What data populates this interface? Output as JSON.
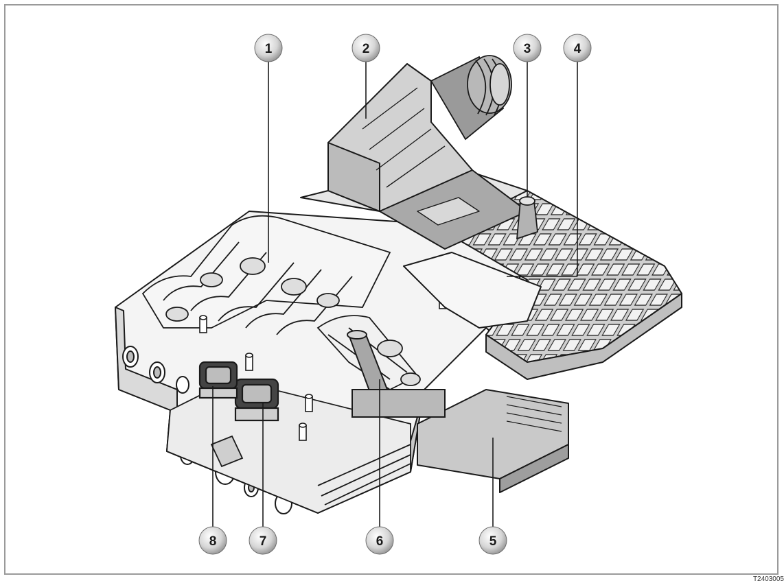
{
  "callouts": [
    {
      "id": 1,
      "label": "1"
    },
    {
      "id": 2,
      "label": "2"
    },
    {
      "id": 3,
      "label": "3"
    },
    {
      "id": 4,
      "label": "4"
    },
    {
      "id": 5,
      "label": "5"
    },
    {
      "id": 6,
      "label": "6"
    },
    {
      "id": 7,
      "label": "7"
    },
    {
      "id": 8,
      "label": "8"
    }
  ],
  "figure_code": "T2403005",
  "colors": {
    "frame": "#9a9a9a",
    "line": "#1a1a1a",
    "body": "#f4f4f4",
    "shade": "#cfcfcf",
    "dark_shade": "#a8a8a8",
    "callout_fill": "#d8d8d8"
  }
}
